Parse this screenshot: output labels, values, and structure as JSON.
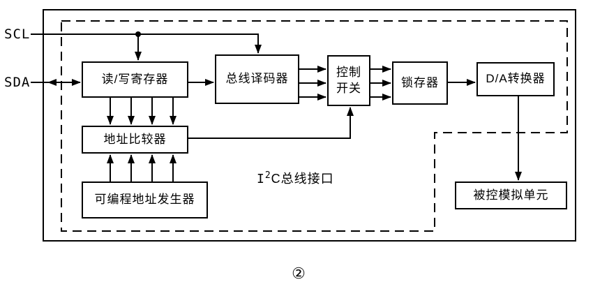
{
  "page": {
    "background": "#ffffff",
    "line_color": "#000000"
  },
  "labels": {
    "scl": "SCL",
    "sda": "SDA",
    "i2c_prefix": "I",
    "i2c_sup": "2",
    "i2c_suffix": "C总线接口",
    "figure_number": "②"
  },
  "nodes": [
    {
      "id": "read-write-register",
      "label": "读/写寄存器"
    },
    {
      "id": "bus-decoder",
      "label": "总线译码器"
    },
    {
      "id": "control-switch",
      "lines": [
        "控制",
        "开关"
      ]
    },
    {
      "id": "latch",
      "label": "锁存器"
    },
    {
      "id": "da-converter",
      "label": "D/A转换器"
    },
    {
      "id": "address-comparator",
      "label": "地址比较器"
    },
    {
      "id": "programmable-address-generator",
      "label": "可编程地址发生器"
    },
    {
      "id": "controlled-analog-unit",
      "label": "被控模拟单元"
    }
  ],
  "edges": [
    {
      "from": "SCL",
      "to": "读/写寄存器",
      "type": "arrow"
    },
    {
      "from": "SCL",
      "to": "总线译码器",
      "type": "arrow"
    },
    {
      "from": "SDA",
      "to": "读/写寄存器",
      "type": "bidirectional-arrow"
    },
    {
      "from": "读/写寄存器",
      "to": "总线译码器",
      "type": "arrow"
    },
    {
      "from": "总线译码器",
      "to": "控制开关",
      "type": "arrow",
      "count": 3
    },
    {
      "from": "控制开关",
      "to": "锁存器",
      "type": "arrow",
      "count": 3
    },
    {
      "from": "锁存器",
      "to": "D/A转换器",
      "type": "arrow"
    },
    {
      "from": "D/A转换器",
      "to": "被控模拟单元",
      "type": "arrow"
    },
    {
      "from": "读/写寄存器",
      "to": "地址比较器",
      "type": "arrow",
      "count": 4
    },
    {
      "from": "可编程地址发生器",
      "to": "地址比较器",
      "type": "arrow",
      "count": 4
    },
    {
      "from": "地址比较器",
      "to": "控制开关",
      "type": "arrow"
    }
  ]
}
